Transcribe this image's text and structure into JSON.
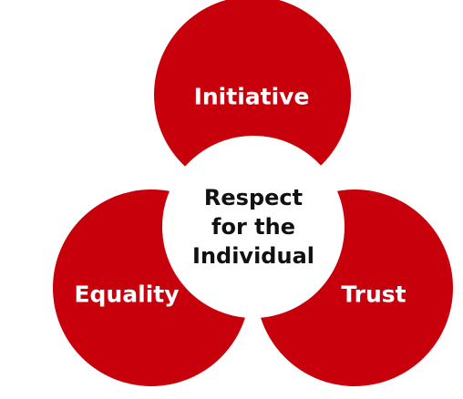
{
  "colors": {
    "circle_fill": "#c8000b",
    "center_fill": "#ffffff",
    "label_color": "#ffffff",
    "center_text_color": "#111111"
  },
  "circles": {
    "top": {
      "label": "Initiative"
    },
    "left": {
      "label": "Equality"
    },
    "right": {
      "label": "Trust"
    }
  },
  "center": {
    "lines": [
      "Respect",
      "for the",
      "Individual"
    ]
  }
}
